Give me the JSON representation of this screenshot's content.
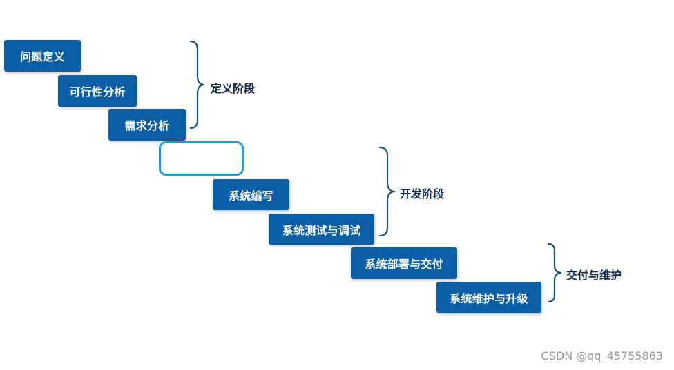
{
  "steps": [
    {
      "label": "问题定义"
    },
    {
      "label": "可行性分析"
    },
    {
      "label": "需求分析"
    },
    {
      "label": ""
    },
    {
      "label": "系统编写"
    },
    {
      "label": "系统测试与调试"
    },
    {
      "label": "系统部署与交付"
    },
    {
      "label": "系统维护与升级"
    }
  ],
  "phases": [
    {
      "label": "定义阶段"
    },
    {
      "label": "开发阶段"
    },
    {
      "label": "交付与维护"
    }
  ],
  "colors": {
    "box_fill": "#0a5ea6",
    "box_text": "#ffffff",
    "blank_outline": "#1f9bd9",
    "brace": "#1b4f7f",
    "phase_text": "#0f2a4a"
  },
  "watermark": "CSDN @qq_45755863"
}
